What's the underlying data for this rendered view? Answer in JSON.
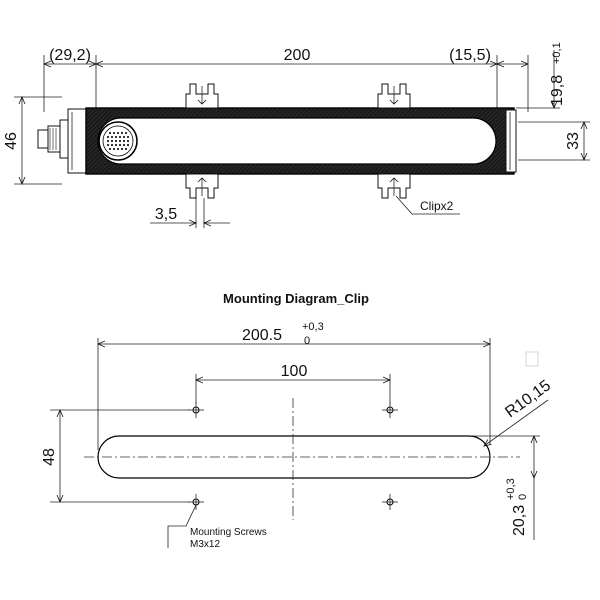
{
  "top_view": {
    "dims": {
      "left_offset": "(29,2)",
      "length": "200",
      "right_offset": "(15,5)",
      "height": "46",
      "inner_height": "33",
      "clip_depth_main": "19,8",
      "clip_depth_tol": "+0,1",
      "clip_width": "3,5"
    },
    "callout": "Clipx2"
  },
  "mounting": {
    "title": "Mounting Diagram_Clip",
    "dims": {
      "slot_length_main": "200.5",
      "slot_length_tol_upper": "+0,3",
      "slot_length_tol_lower": "0",
      "screw_spacing": "100",
      "slot_height": "48",
      "radius": "R10,15",
      "offset_main": "20,3",
      "offset_tol_upper": "+0,3",
      "offset_tol_lower": "0"
    },
    "screws_label_line1": "Mounting Screws",
    "screws_label_line2": "M3x12"
  }
}
